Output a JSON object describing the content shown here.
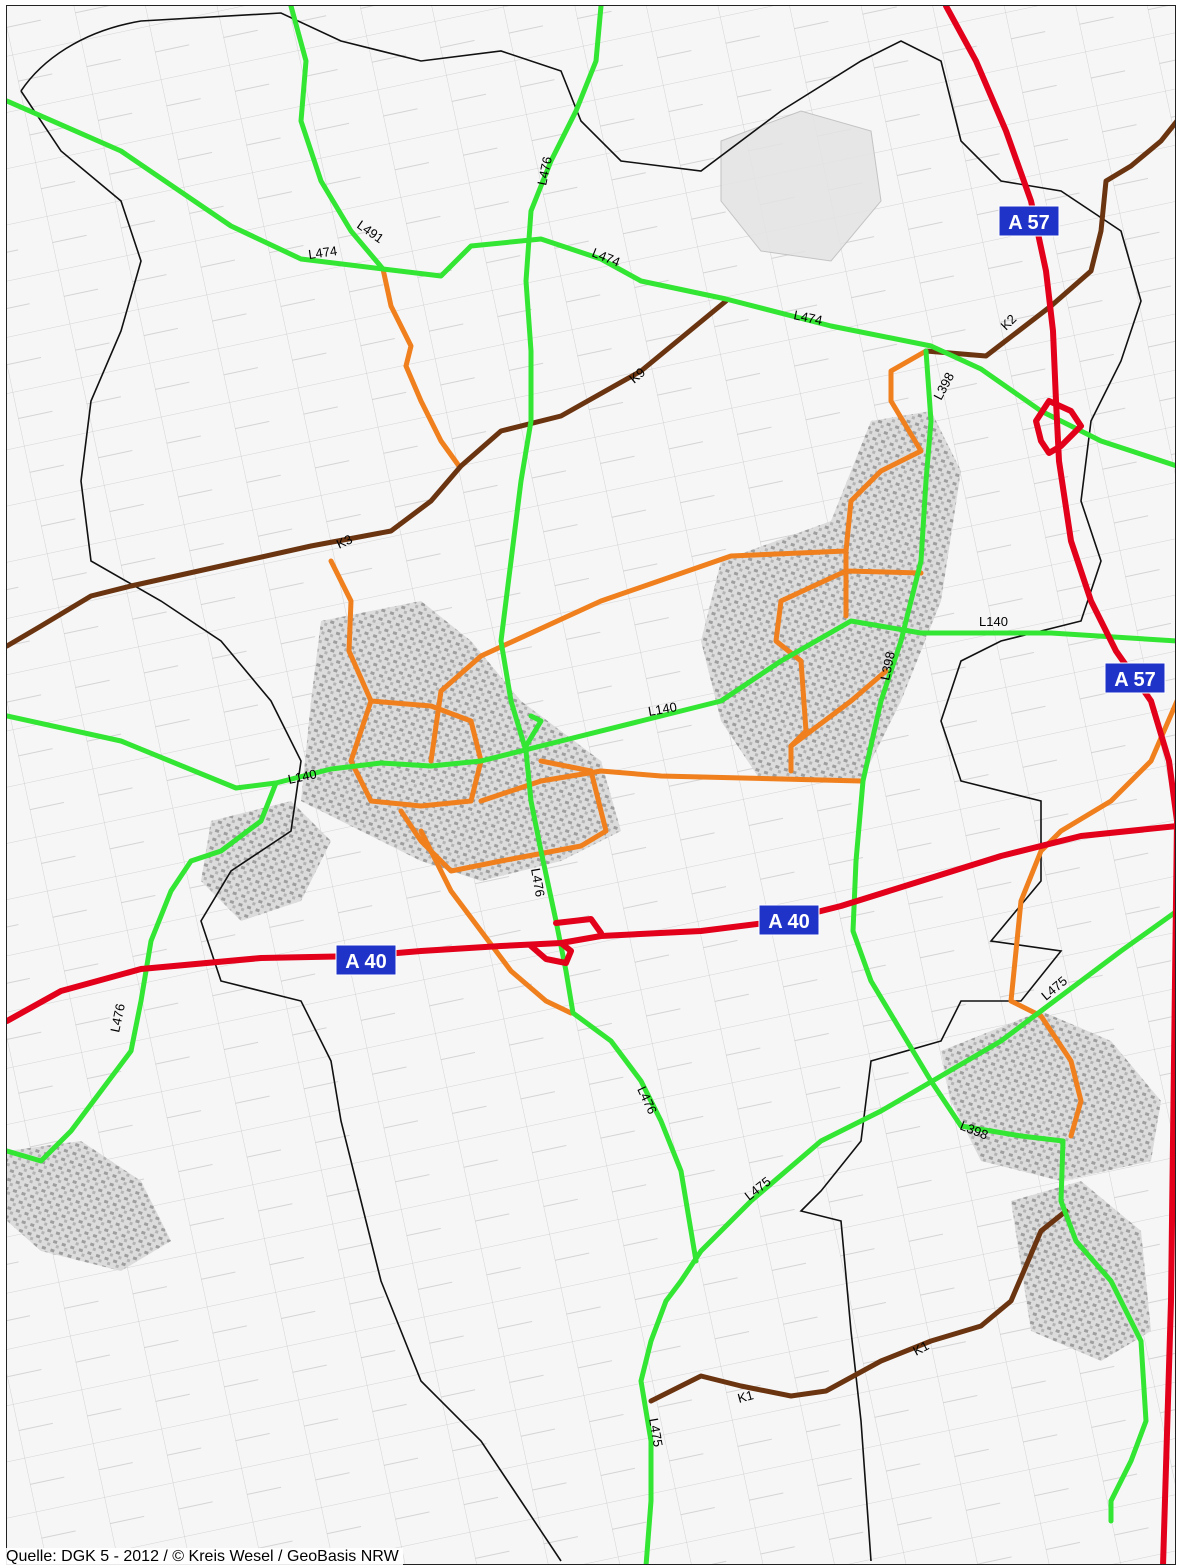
{
  "map": {
    "source": "Quelle: DGK 5 - 2012 / © Kreis Wesel / GeoBasis NRW",
    "colors": {
      "motorway": "#e3001b",
      "landesstrasse": "#33e633",
      "kreisstrasse": "#6b3410",
      "gemeindestrasse": "#f07f1d",
      "boundary": "#111111",
      "shield": "#1f33c8",
      "background": "#f4f4f4"
    },
    "motorway_labels": {
      "a57_north": "A 57",
      "a57_east": "A 57",
      "a40_west": "A 40",
      "a40_east": "A 40"
    },
    "road_labels": {
      "l474_west": "L474",
      "l491": "L491",
      "l476_north": "L476",
      "l474_mid": "L474",
      "l474_east": "L474",
      "k2": "K2",
      "l398_north": "L398",
      "k9": "K9",
      "k3": "K3",
      "l140_east": "L140",
      "l398_mid": "L398",
      "l140_mid": "L140",
      "l140_west": "L140",
      "l476_center": "L476",
      "l476_west": "L476",
      "l475_east": "L475",
      "l476_south": "L476",
      "l398_south": "L398",
      "l475_mid": "L475",
      "k1_east": "K1",
      "k1_west": "K1",
      "l475_south": "L475"
    }
  }
}
